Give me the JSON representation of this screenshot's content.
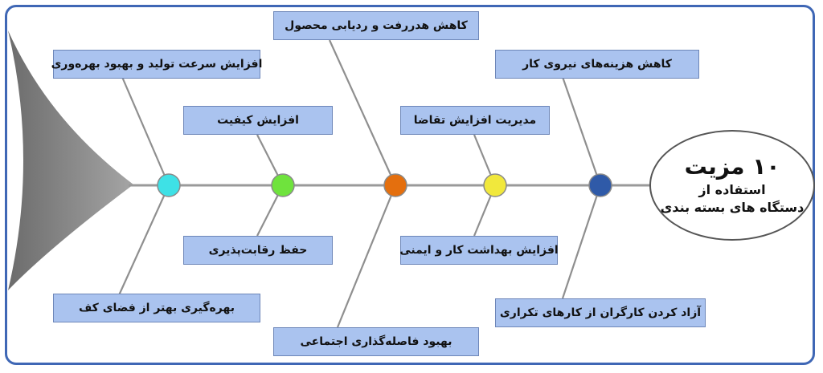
{
  "head": {
    "title": "۱۰ مزیت",
    "line2": "استفاده از",
    "line3": "دستگاه های بسته بندی"
  },
  "branches_top": [
    {
      "label": "افزایش سرعت تولید و بهبود بهره‌وری"
    },
    {
      "label": "افزایش کیفیت"
    },
    {
      "label": "کاهش هدررفت و ردیابی محصول"
    },
    {
      "label": "مدیریت افزایش تقاضا"
    },
    {
      "label": "کاهش هزینه‌های نیروی کار"
    }
  ],
  "branches_bottom": [
    {
      "label": "بهره‌گیری بهتر از فضای کف"
    },
    {
      "label": "حفظ رقابت‌پذیری"
    },
    {
      "label": "بهبود فاصله‌گذاری اجتماعی"
    },
    {
      "label": "افزایش بهداشت کار و ایمنی"
    },
    {
      "label": "آزاد کردن کارگران از کارهای تکراری"
    }
  ],
  "node_colors": [
    "#3ee1e6",
    "#6fe33d",
    "#e46f0e",
    "#f1e83c",
    "#2f5aa8"
  ],
  "colors": {
    "frame": "#3f67b5",
    "box_fill": "#aac3ef",
    "tail_fill": "#888888",
    "spine": "#9a9a9a"
  }
}
